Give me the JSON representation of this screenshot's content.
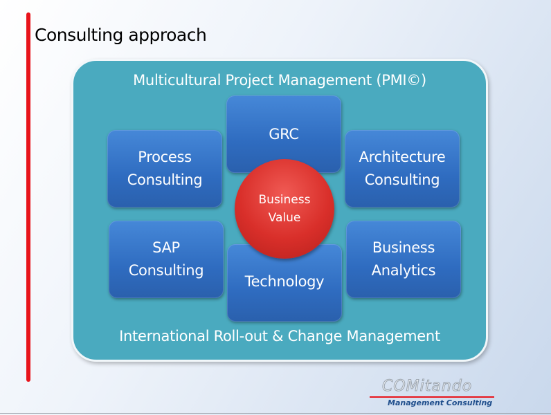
{
  "slide": {
    "title": "Consulting approach"
  },
  "diagram": {
    "top_label": "Multicultural Project Management (PMI©)",
    "bottom_label": "International Roll-out & Change Management",
    "boxes": [
      {
        "line1": "Process",
        "line2": "Consulting"
      },
      {
        "line1": "GRC",
        "line2": ""
      },
      {
        "line1": "Architecture",
        "line2": "Consulting"
      },
      {
        "line1": "SAP",
        "line2": "Consulting"
      },
      {
        "line1": "Technology",
        "line2": ""
      },
      {
        "line1": "Business",
        "line2": "Analytics"
      }
    ],
    "center": {
      "line1": "Business",
      "line2": "Value"
    }
  },
  "logo": {
    "name": "COMitando",
    "tagline": "Management Consulting"
  },
  "colors": {
    "accent": "#e8141b",
    "panel": "#4aaabf",
    "box": "#3576c9",
    "center": "#d92f2a"
  }
}
